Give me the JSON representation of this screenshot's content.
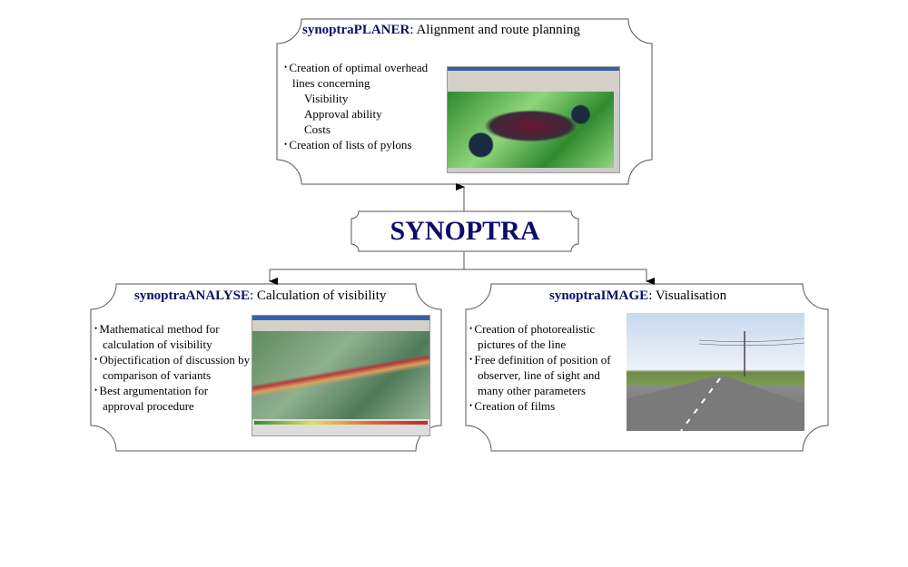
{
  "center": {
    "label": "SYNOPTRA"
  },
  "planer": {
    "name": "synoptraPLANER",
    "subtitle": ": Alignment and route planning",
    "bullets": [
      "Creation of optimal overhead lines concerning",
      "Visibility",
      "Approval ability",
      "Costs",
      "Creation of lists of pylons"
    ]
  },
  "analyse": {
    "name": "synoptraANALYSE",
    "subtitle": ": Calculation of visibility",
    "bullets": [
      "Mathematical method for calculation of visibility",
      "Objectification of discussion by comparison of variants",
      "Best argumentation for approval procedure"
    ]
  },
  "image": {
    "name": "synoptraIMAGE",
    "subtitle": ": Visualisation",
    "bullets": [
      "Creation of photorealistic pictures of the line",
      "Free definition of position of observer, line of sight and many other parameters",
      "Creation of films"
    ]
  },
  "colors": {
    "accent": "#0d0d6b",
    "line": "#555555"
  }
}
